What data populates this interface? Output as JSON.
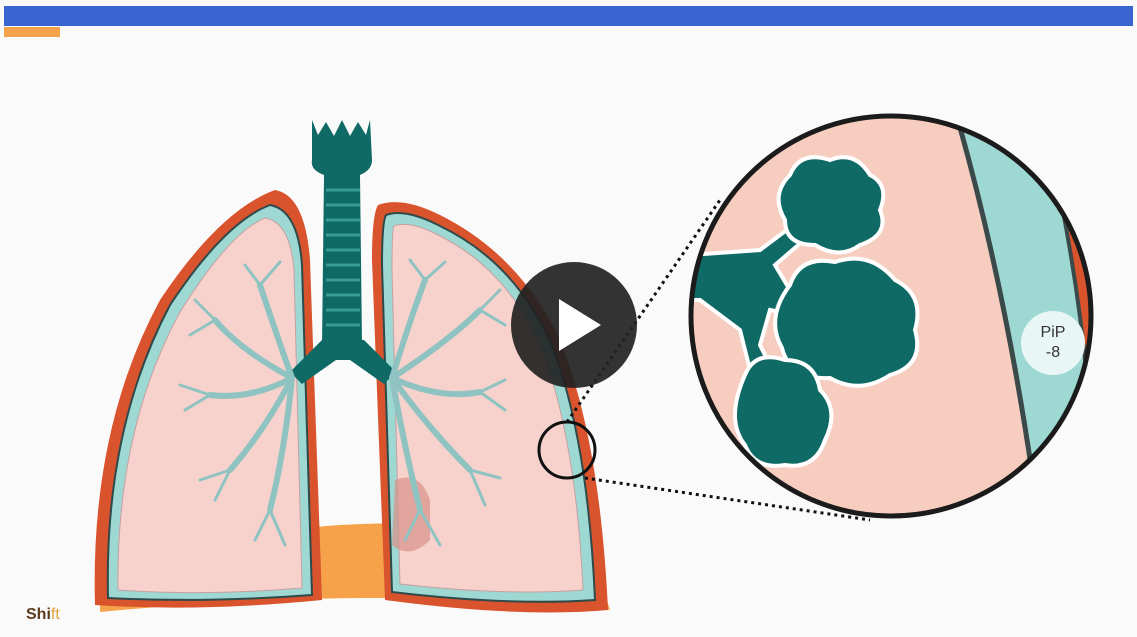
{
  "video": {
    "progress": 0.05,
    "play_label": "play"
  },
  "header": {
    "bar_color": "#3a64cf",
    "progress_color": "#f4a24b"
  },
  "diagram": {
    "pip_label": "PiP",
    "pip_value": "-8"
  },
  "brand": {
    "name_main": "Shi",
    "name_accent": "ft"
  },
  "colors": {
    "airway": "#0f6a66",
    "lung_fill": "#f7d2cc",
    "pleura_outer": "#d9532d",
    "pleura_inner": "#9ed8d3",
    "diaphragm": "#f6a24a",
    "bronchi": "#8fc3c2"
  },
  "icons": {
    "play": "play-triangle-icon"
  }
}
